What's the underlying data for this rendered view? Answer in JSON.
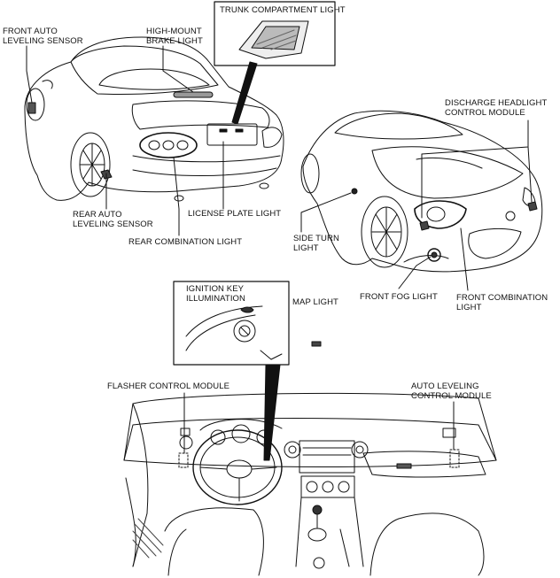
{
  "labels": {
    "front_auto_leveling_sensor": "FRONT AUTO\nLEVELING SENSOR",
    "high_mount_brake_light": "HIGH-MOUNT\nBRAKE LIGHT",
    "trunk_compartment_light": "TRUNK COMPARTMENT LIGHT",
    "discharge_headlight_control_module": "DISCHARGE HEADLIGHT\nCONTROL MODULE",
    "rear_auto_leveling_sensor": "REAR AUTO\nLEVELING SENSOR",
    "license_plate_light": "LICENSE PLATE LIGHT",
    "rear_combination_light": "REAR COMBINATION LIGHT",
    "side_turn_light": "SIDE TURN\nLIGHT",
    "front_fog_light": "FRONT FOG LIGHT",
    "front_combination_light": "FRONT COMBINATION\nLIGHT",
    "ignition_key_illumination": "IGNITION KEY\nILLUMINATION",
    "map_light": "MAP LIGHT",
    "flasher_control_module": "FLASHER CONTROL MODULE",
    "auto_leveling_control_module": "AUTO LEVELING\nCONTROL MODULE"
  },
  "colors": {
    "ink": "#111111",
    "paper": "#ffffff",
    "shade": "#d9d9d9"
  }
}
